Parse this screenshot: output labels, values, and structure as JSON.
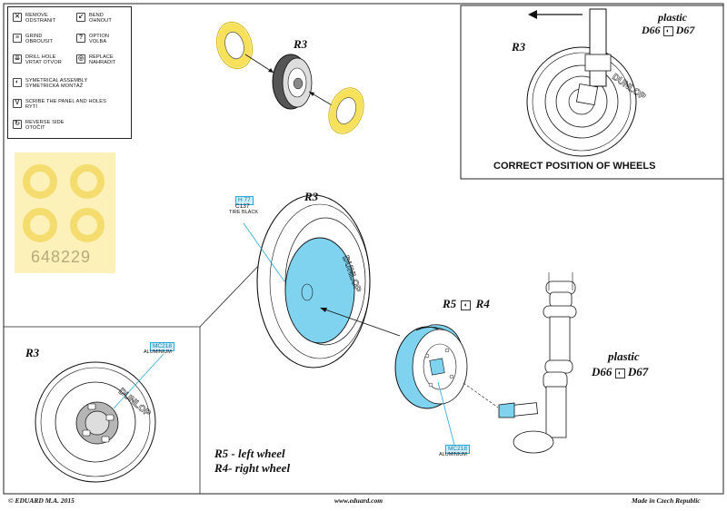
{
  "legend": [
    {
      "icon": "remove-icon",
      "lines": [
        "REMOVE",
        "ODSTRANIT"
      ]
    },
    {
      "icon": "bend-icon",
      "lines": [
        "BEND",
        "OHNOUT"
      ]
    },
    {
      "icon": "grind-icon",
      "lines": [
        "GRIND",
        "OBROUSIT"
      ]
    },
    {
      "icon": "option-icon",
      "lines": [
        "OPTION",
        "VOLBA"
      ]
    },
    {
      "icon": "drill-hole-icon",
      "lines": [
        "DRILL HOLE",
        "VRTAT OTVOR"
      ]
    },
    {
      "icon": "replace-icon",
      "lines": [
        "REPLACE",
        "NAHRADIT"
      ]
    },
    {
      "icon": "symmetrical-icon",
      "lines": [
        "SYMETRICAL ASSEMBLY",
        "SYMETRICKÁ MONTÁŽ"
      ]
    },
    {
      "icon": "scribe-icon",
      "lines": [
        "SCRIBE THE PANEL AND HOLES",
        "RYTÍ"
      ]
    },
    {
      "icon": "reverse-side-icon",
      "lines": [
        "REVERSE SIDE",
        "OTOČIT"
      ]
    }
  ],
  "mask_set_number": "648229",
  "labels": {
    "r3_top": "R3",
    "r3_main": "R3",
    "r3_inset": "R3",
    "r3_correct": "R3",
    "r5": "R5",
    "r4": "R4",
    "plastic_top": "plastic",
    "d66_top": "D66",
    "d67_top": "D67",
    "plastic_mid": "plastic",
    "d66_mid": "D66",
    "d67_mid": "D67",
    "correct_position": "CORRECT POSITION OF WHEELS",
    "left_wheel": "R5 - left wheel",
    "right_wheel": "R4- right wheel",
    "tire_brand": "DUNLOP"
  },
  "paint_callouts": {
    "tire": {
      "h_code": "H 77",
      "c_code": "C137",
      "name": "TIRE BLACK"
    },
    "inset_hub": {
      "code": "MC218",
      "name": "ALUMINIUM"
    },
    "hub": {
      "code": "MC218",
      "name": "ALUMINIUM"
    }
  },
  "footer": {
    "left": "© EDUARD  M.A. 2015",
    "center": "www.eduard.com",
    "right": "Made in Czech Republic"
  },
  "colors": {
    "mask_yellow": "#f7e15a",
    "paint_blue": "#7fd3ef",
    "callout_blue": "#29a8d9",
    "mask_sheet": "#fbf1b9"
  }
}
